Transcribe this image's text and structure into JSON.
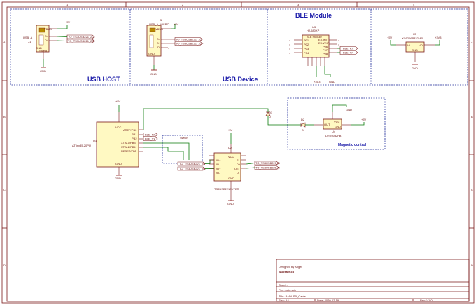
{
  "sections": {
    "usb_host": "USB HOST",
    "usb_device": "USB Device",
    "ble_module": "BLE Module",
    "magnetic_control": "Magnetic control",
    "switch": "Switch"
  },
  "frame": {
    "cols": [
      "1",
      "2",
      "3",
      "4"
    ],
    "rows": [
      "A",
      "B",
      "C",
      "D"
    ]
  },
  "components": {
    "j1": {
      "ref": "J1",
      "value": "USB_A",
      "pins": [
        "VBUS",
        "D-",
        "D+",
        "GND",
        "Shield"
      ]
    },
    "j2": {
      "ref": "J2",
      "value": "USB_A_MICRO",
      "pins": [
        "VBUS",
        "D-",
        "D+",
        "ID",
        "GND"
      ]
    },
    "u1": {
      "ref": "U1",
      "value": "ATtiny85-20PU",
      "pins": [
        "AREF/PB0",
        "PB1",
        "PB2",
        "XTAL1/PB3",
        "XTAL2/PB4",
        "RESET/PB5",
        "VCC",
        "GND"
      ]
    },
    "u2": {
      "ref": "U2",
      "value": "TS3USB221EYFER",
      "pins": [
        "1D+",
        "1D-",
        "2D+",
        "2D-",
        "S",
        "OE",
        "VCC",
        "GND",
        "D+",
        "D-"
      ]
    },
    "u3": {
      "ref": "U3",
      "value": "HJ-580XP",
      "header": "BLE module",
      "left_pins": [
        "P01",
        "P02",
        "P03",
        "P04"
      ],
      "right_pins": [
        "EX-INT",
        "EX-WKP",
        "P06",
        "P07",
        "P08"
      ]
    },
    "u4": {
      "ref": "U4",
      "value": "DRV5032FB",
      "pins": [
        "VCC",
        "OUT",
        "GND"
      ]
    },
    "u5": {
      "ref": "U5",
      "value": "XC6206P332MR",
      "pins": [
        "VI",
        "VO",
        "GND"
      ]
    },
    "d1": {
      "ref": "D1",
      "value": "D"
    },
    "d2": {
      "ref": "D2",
      "value": "D"
    }
  },
  "power": {
    "vcc5": "+5V",
    "vcc33": "+3V3",
    "gnd": "GND"
  },
  "nets": {
    "host_dp": "TO_TS3USB221_2D+",
    "host_dm": "TO_TS3USB221_2D-",
    "dev_dp": "TO_TS3USB221_1D+",
    "dev_dm": "TO_TS3USB221_1D-",
    "ble_tx": "BLE_TX",
    "ble_rx": "BLE_RX",
    "u2_dp": "TO_TS3USB221_D+",
    "u2_dm": "TO_TS3USB221_D-"
  },
  "title_block": {
    "designed_by": "Designed by Angel",
    "site": "W3bsafe.co",
    "sheet": "Sheet: /",
    "file": "File: main.sch",
    "title": "Title: BADUSB_Cable",
    "size": "Size: A4",
    "date": "Date: 2020-02-19",
    "rev": "Rev: V1.0"
  }
}
